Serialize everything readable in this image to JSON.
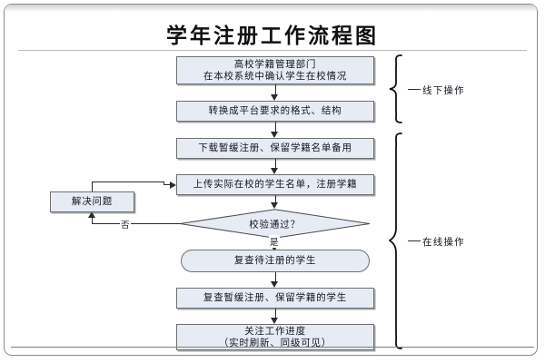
{
  "document": {
    "title": "学年注册工作流程图"
  },
  "flow": {
    "nodes": [
      {
        "id": "confirm-status",
        "shape": "rect",
        "line1": "高校学籍管理部门",
        "line2": "在本校系统中确认学生在校情况"
      },
      {
        "id": "convert-format",
        "shape": "rect",
        "line1": "转换成平台要求的格式、结构",
        "line2": ""
      },
      {
        "id": "download-deferred-list",
        "shape": "rect",
        "line1": "下载暂缓注册、保留学籍名单备用",
        "line2": ""
      },
      {
        "id": "upload-student-list",
        "shape": "rect",
        "line1": "上传实际在校的学生名单，注册学籍",
        "line2": ""
      },
      {
        "id": "verify-pass",
        "shape": "diamond",
        "line1": "校验通过？",
        "line2": ""
      },
      {
        "id": "review-pending",
        "shape": "stadium",
        "line1": "复查待注册的学生",
        "line2": ""
      },
      {
        "id": "review-deferred",
        "shape": "rect",
        "line1": "复查暂缓注册、保留学籍的学生",
        "line2": ""
      },
      {
        "id": "track-progress",
        "shape": "rect",
        "line1": "关注工作进度",
        "line2": "（实时刷新、同级可见）"
      },
      {
        "id": "solve-problem",
        "shape": "rect",
        "line1": "解决问题",
        "line2": ""
      }
    ],
    "edge_labels": {
      "no": "否",
      "yes": "是"
    },
    "groups": [
      {
        "id": "offline",
        "label": "线下操作"
      },
      {
        "id": "online",
        "label": "在线操作"
      }
    ]
  },
  "colors": {
    "node_fill": "#e6ebf4",
    "node_border": "#6f6f6f",
    "connector": "#2b2b2b",
    "frame_border": "#8a8a8a",
    "text": "#15151f"
  }
}
